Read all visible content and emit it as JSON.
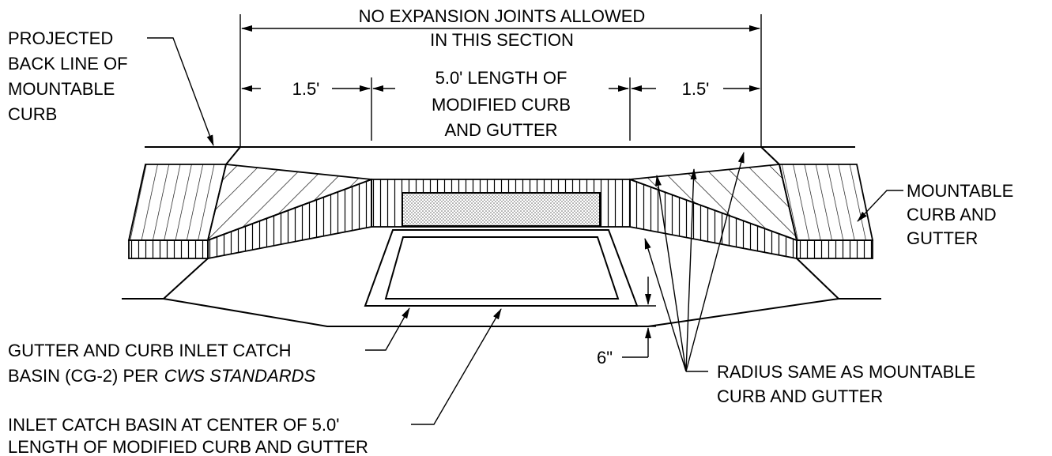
{
  "title": "",
  "labels": {
    "no_joints_1": "NO EXPANSION JOINTS ALLOWED",
    "no_joints_2": "IN THIS SECTION",
    "dim_left": "1.5'",
    "dim_right": "1.5'",
    "length_1": "5.0' LENGTH OF",
    "length_2": "MODIFIED CURB",
    "length_3": "AND GUTTER",
    "projected_1": "PROJECTED",
    "projected_2": "BACK LINE OF",
    "projected_3": "MOUNTABLE",
    "projected_4": "CURB",
    "mountable_1": "MOUNTABLE",
    "mountable_2": "CURB AND",
    "mountable_3": "GUTTER",
    "catch_basin_1": "GUTTER AND CURB INLET CATCH",
    "catch_basin_2_prefix": "BASIN (CG-2) PER",
    "catch_basin_2_italic": "CWS STANDARDS",
    "six_inch": "6\"",
    "radius_1": "RADIUS SAME AS MOUNTABLE",
    "radius_2": "CURB AND GUTTER",
    "inlet_1": "INLET CATCH BASIN AT CENTER OF 5.0'",
    "inlet_2": "LENGTH OF MODIFIED CURB AND GUTTER"
  },
  "colors": {
    "line": "#000000",
    "background": "#ffffff",
    "stipple": "#999999"
  }
}
